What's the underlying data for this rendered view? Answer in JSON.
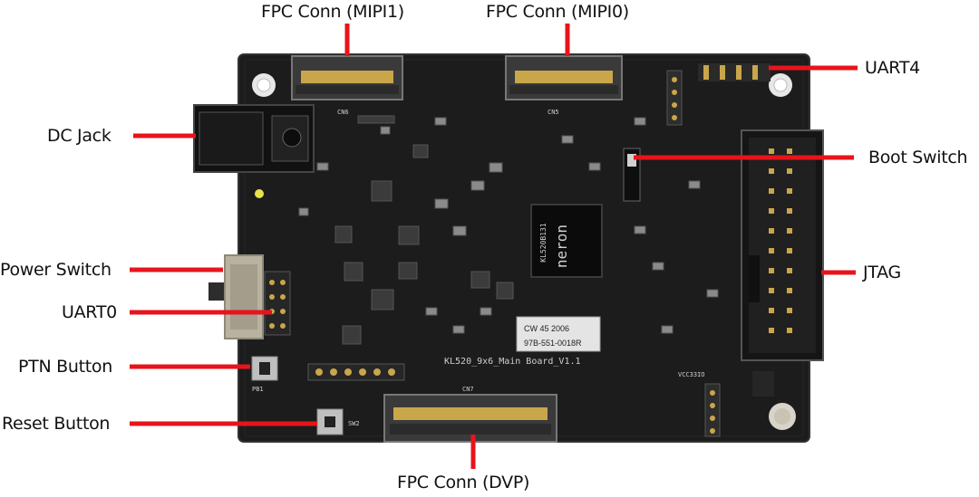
{
  "callouts": {
    "fpc_mipi1": "FPC Conn (MIPI1)",
    "fpc_mipi0": "FPC Conn (MIPI0)",
    "uart4": "UART4",
    "dc_jack": "DC Jack",
    "boot_switch": "Boot Switch",
    "power_switch": "Power Switch",
    "jtag": "JTAG",
    "uart0": "UART0",
    "ptn_button": "PTN Button",
    "reset_button": "Reset Button",
    "fpc_dvp": "FPC Conn (DVP)"
  },
  "board": {
    "silkscreen_name": "KL520_9x6_Main Board_V1.1",
    "sticker_line1": "CW 45  2006",
    "sticker_line2": "97B-551-0018R",
    "chip_brand": "neron",
    "chip_part": "KL520B131",
    "cn7": "CN7",
    "cn5": "CN5",
    "cn6": "CN6",
    "pb1": "PB1",
    "sw2": "SW2",
    "vcc": "VCC33IO"
  },
  "colors": {
    "callout_line": "#e8141b",
    "pcb": "#1c1c1c",
    "pcb_edge": "#2a2a2a"
  }
}
